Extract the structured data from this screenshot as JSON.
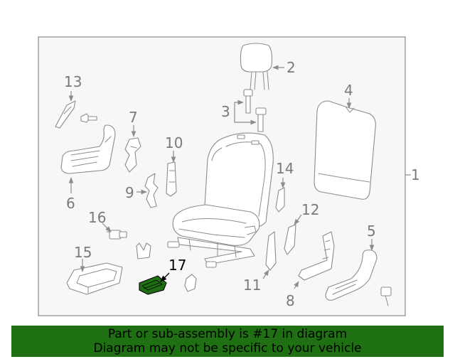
{
  "diagram": {
    "callouts": {
      "c1": "1",
      "c2": "2",
      "c3": "3",
      "c4": "4",
      "c5": "5",
      "c6": "6",
      "c7": "7",
      "c8": "8",
      "c9": "9",
      "c10": "10",
      "c11": "11",
      "c12": "12",
      "c13": "13",
      "c14": "14",
      "c15": "15",
      "c16": "16",
      "c17": "17"
    },
    "highlighted_part": "17",
    "highlight_color": "#1f7012"
  },
  "banner": {
    "line1": "Part or sub-assembly is #17 in diagram",
    "line2": "Diagram may not be specific to your vehicle",
    "background": "#1f7012"
  }
}
